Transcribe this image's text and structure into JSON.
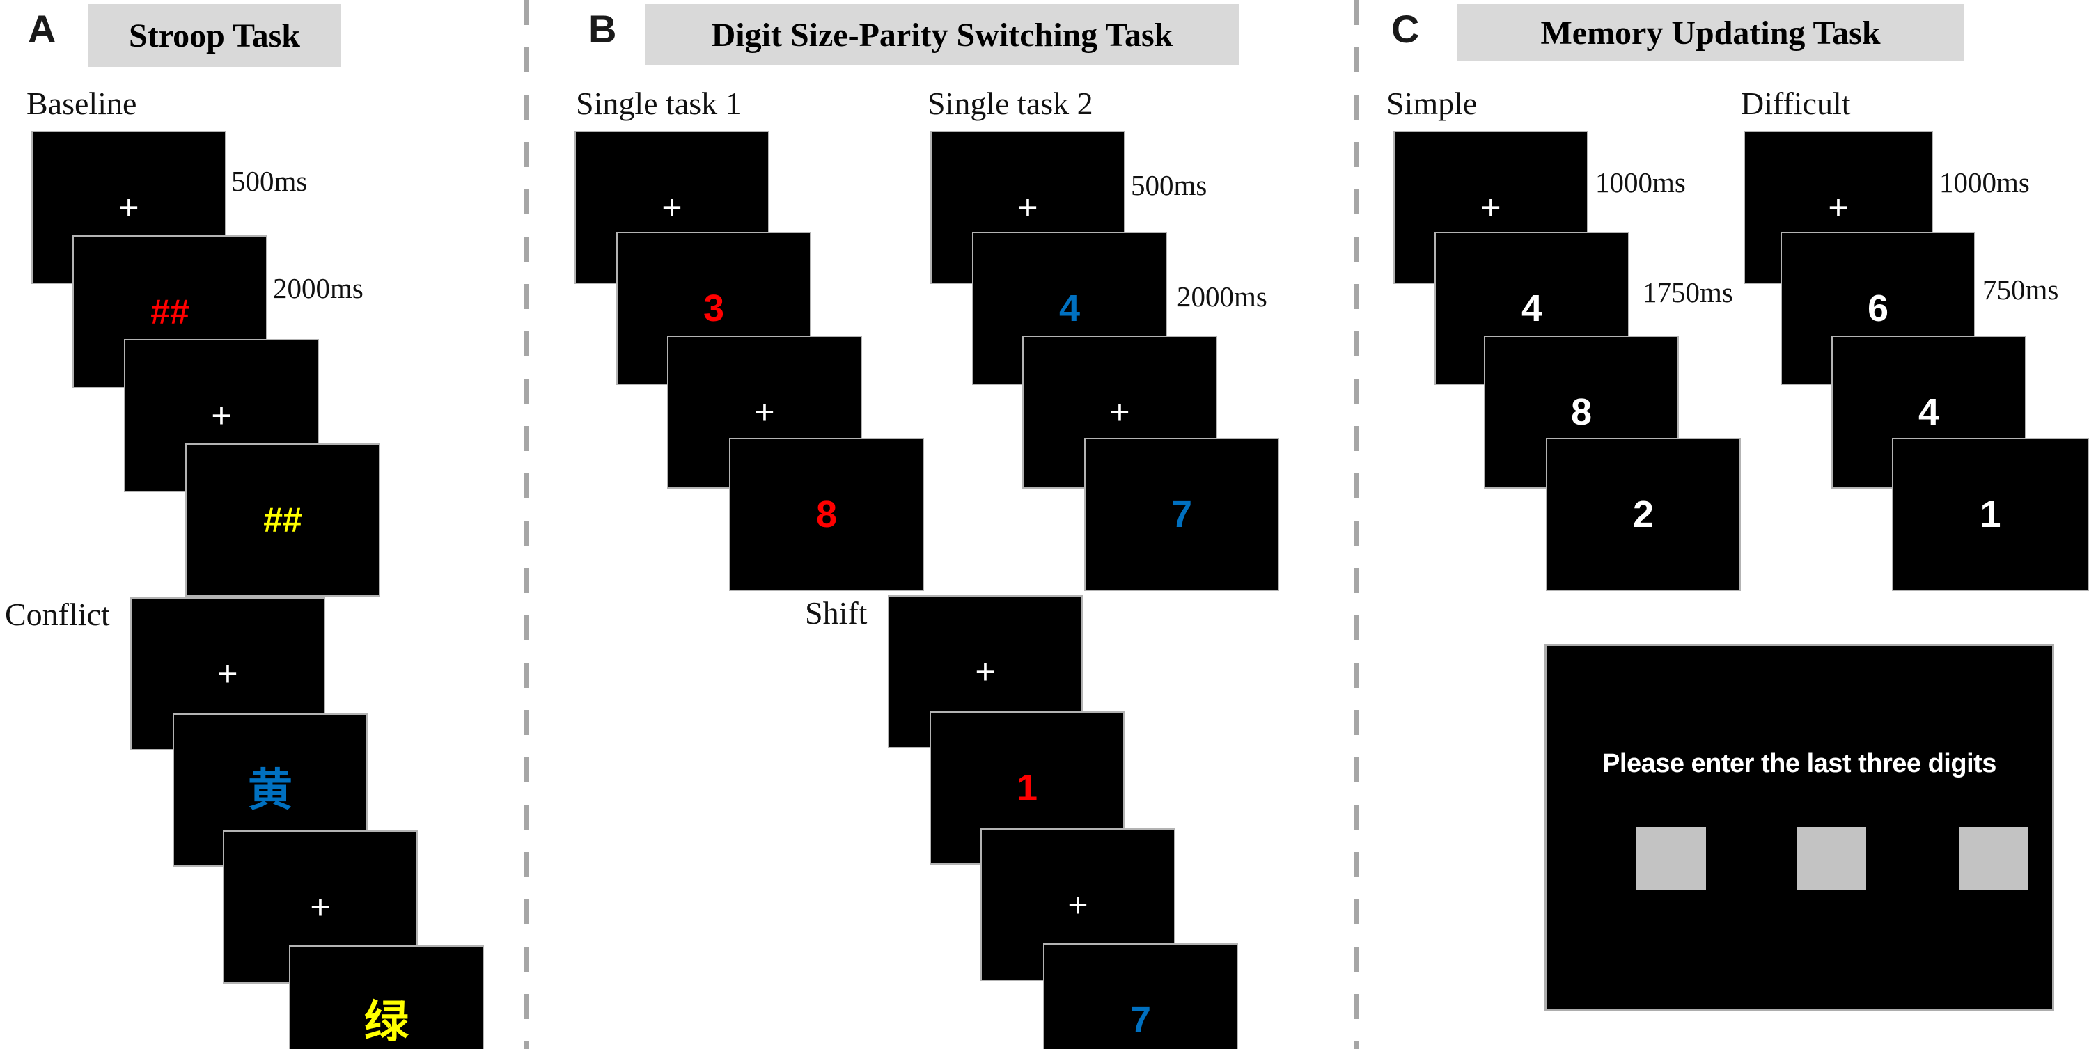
{
  "figure": {
    "stimulus_colors": {
      "red": "#ff0000",
      "yellow": "#ffff00",
      "blue": "#0070c0",
      "white": "#ffffff"
    },
    "colors": {
      "screen_background": "#000000",
      "header_background": "#d9d9d9",
      "divider_gray": "#a6a6a6",
      "answer_box_gray": "#c3c3c3"
    },
    "panels": [
      {
        "letter": "A",
        "title": "Stroop Task",
        "sequences": [
          {
            "label": "Baseline",
            "screens": [
              {
                "stim": "+",
                "color": "white"
              },
              {
                "stim": "##",
                "color": "red"
              },
              {
                "stim": "+",
                "color": "white"
              },
              {
                "stim": "##",
                "color": "yellow"
              }
            ],
            "timings": [
              {
                "text": "500ms"
              },
              {
                "text": "2000ms"
              }
            ]
          },
          {
            "label": "Conflict",
            "screens": [
              {
                "stim": "+",
                "color": "white"
              },
              {
                "stim": "黄",
                "color": "blue"
              },
              {
                "stim": "+",
                "color": "white"
              },
              {
                "stim": "绿",
                "color": "yellow"
              }
            ],
            "timings": []
          }
        ]
      },
      {
        "letter": "B",
        "title": "Digit Size-Parity Switching Task",
        "sequences": [
          {
            "label": "Single task 1",
            "screens": [
              {
                "stim": "+",
                "color": "white"
              },
              {
                "stim": "3",
                "color": "red"
              },
              {
                "stim": "+",
                "color": "white"
              },
              {
                "stim": "8",
                "color": "red"
              }
            ],
            "timings": []
          },
          {
            "label": "Single task 2",
            "screens": [
              {
                "stim": "+",
                "color": "white"
              },
              {
                "stim": "4",
                "color": "blue"
              },
              {
                "stim": "+",
                "color": "white"
              },
              {
                "stim": "7",
                "color": "blue"
              }
            ],
            "timings": [
              {
                "text": "500ms"
              },
              {
                "text": "2000ms"
              }
            ]
          },
          {
            "label": "Shift",
            "screens": [
              {
                "stim": "+",
                "color": "white"
              },
              {
                "stim": "1",
                "color": "red"
              },
              {
                "stim": "+",
                "color": "white"
              },
              {
                "stim": "7",
                "color": "blue"
              }
            ],
            "timings": []
          }
        ]
      },
      {
        "letter": "C",
        "title": "Memory Updating Task",
        "sequences": [
          {
            "label": "Simple",
            "screens": [
              {
                "stim": "+",
                "color": "white"
              },
              {
                "stim": "4",
                "color": "white"
              },
              {
                "stim": "8",
                "color": "white"
              },
              {
                "stim": "2",
                "color": "white"
              }
            ],
            "timings": [
              {
                "text": "1000ms"
              },
              {
                "text": "1750ms"
              }
            ]
          },
          {
            "label": "Difficult",
            "screens": [
              {
                "stim": "+",
                "color": "white"
              },
              {
                "stim": "6",
                "color": "white"
              },
              {
                "stim": "4",
                "color": "white"
              },
              {
                "stim": "1",
                "color": "white"
              }
            ],
            "timings": [
              {
                "text": "1000ms"
              },
              {
                "text": "750ms"
              }
            ]
          }
        ],
        "response_screen": {
          "prompt": "Please enter the last three digits",
          "input_boxes": 3
        }
      }
    ]
  }
}
